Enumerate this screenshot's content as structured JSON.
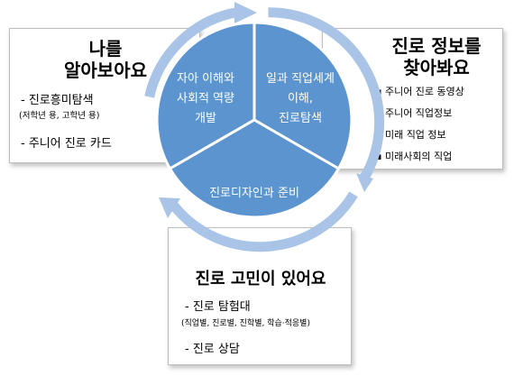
{
  "wheel": {
    "segment_top_left": [
      "자아 이해와",
      "사회적 역량",
      "개발"
    ],
    "segment_top_right": [
      "일과 직업세계",
      "이해,",
      "진로탐색"
    ],
    "segment_bottom": [
      "진로디자인과 준비"
    ],
    "fill_color": "#5b94cf",
    "arrow_color": "#a9c4e6"
  },
  "card_left": {
    "title": [
      "나를",
      "알아보아요"
    ],
    "items": [
      {
        "label": "- 진로흥미탐색",
        "note": "(저학년 용, 고학년 용)"
      },
      {
        "label": "- 주니어 진로 카드"
      }
    ]
  },
  "card_right": {
    "title": [
      "진로 정보를",
      "찾아봐요"
    ],
    "items": [
      "주니어 진로 동영상",
      "주니어 직업정보",
      "미래 직업 정보",
      "미래사회의 직업"
    ]
  },
  "card_bottom": {
    "title": "진로 고민이 있어요",
    "items": [
      {
        "label": "- 진로 탐험대",
        "note": "(직업별, 진로별, 진학별, 학습·적응별)"
      },
      {
        "label": "- 진로 상담"
      }
    ]
  }
}
